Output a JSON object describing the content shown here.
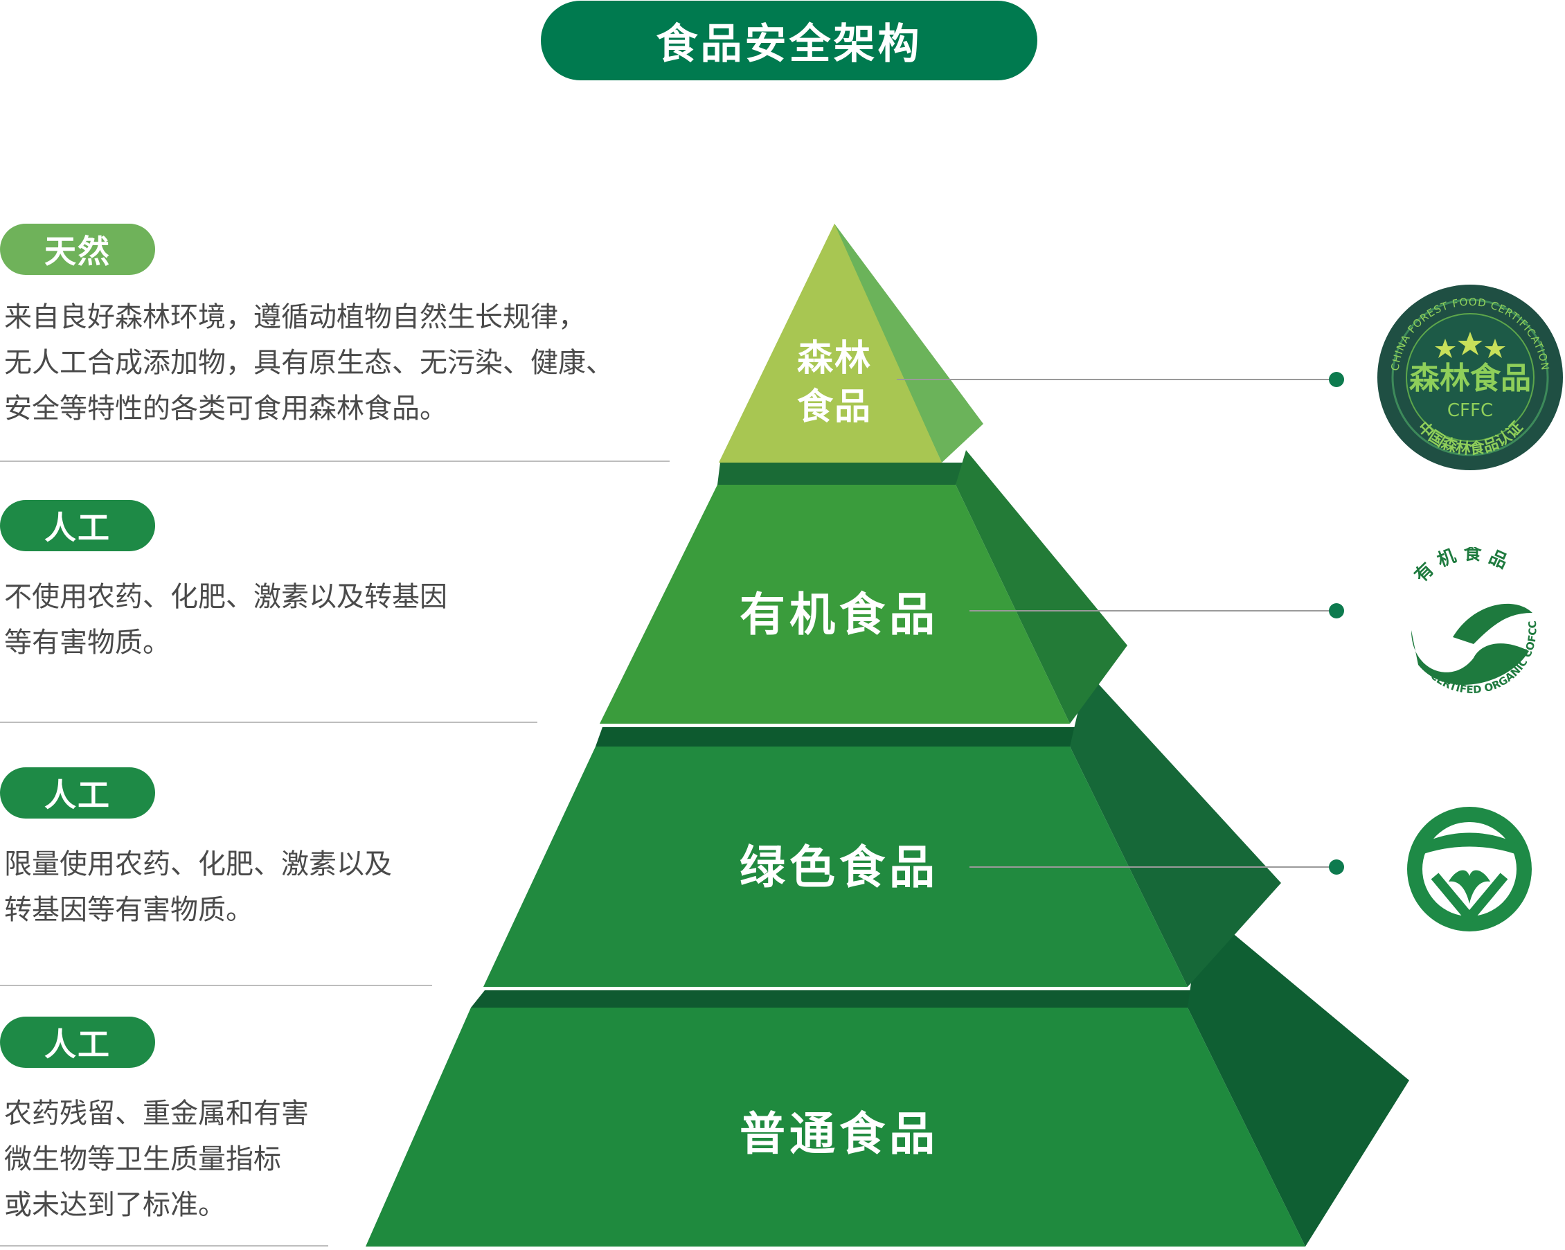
{
  "title": "食品安全架构",
  "sections": [
    {
      "tag": "天然",
      "text": "来自良好森林环境，遵循动植物自然生长规律，\n无人工合成添加物，具有原生态、无污染、健康、\n安全等特性的各类可食用森林食品。"
    },
    {
      "tag": "人工",
      "text": "不使用农药、化肥、激素以及转基因\n等有害物质。"
    },
    {
      "tag": "人工",
      "text": "限量使用农药、化肥、激素以及\n转基因等有害物质。"
    },
    {
      "tag": "人工",
      "text": "农药残留、重金属和有害\n微生物等卫生质量指标\n或未达到了标准。"
    }
  ],
  "pyramid": {
    "levels": [
      {
        "line1": "森林",
        "line2": "食品"
      },
      {
        "label": "有机食品"
      },
      {
        "label": "绿色食品"
      },
      {
        "label": "普通食品"
      }
    ]
  },
  "badges": {
    "cffc": {
      "ring_text": "CHINA FOREST FOOD CERTIFICATION",
      "center": "森林食品",
      "code": "CFFC",
      "bottom": "中国森林食品认证"
    },
    "organic": {
      "top": "有 机 食 品",
      "bottom": "CERTIFED ORGANIC COFCC"
    }
  },
  "colors": {
    "title_bg": "#007a4f",
    "tag_light": "#6fb25a",
    "tag_dark": "#1e8a46",
    "top_front": "#a8c652",
    "top_side": "#6bb35a",
    "organic_front": "#3a9c3c",
    "organic_side": "#237b37",
    "green_front": "#218a3f",
    "green_side": "#166838",
    "common_front": "#1f8a3e",
    "common_side": "#0f5f33",
    "seal_dark": "#1f4f43",
    "seal_text": "#8fcf5a"
  }
}
